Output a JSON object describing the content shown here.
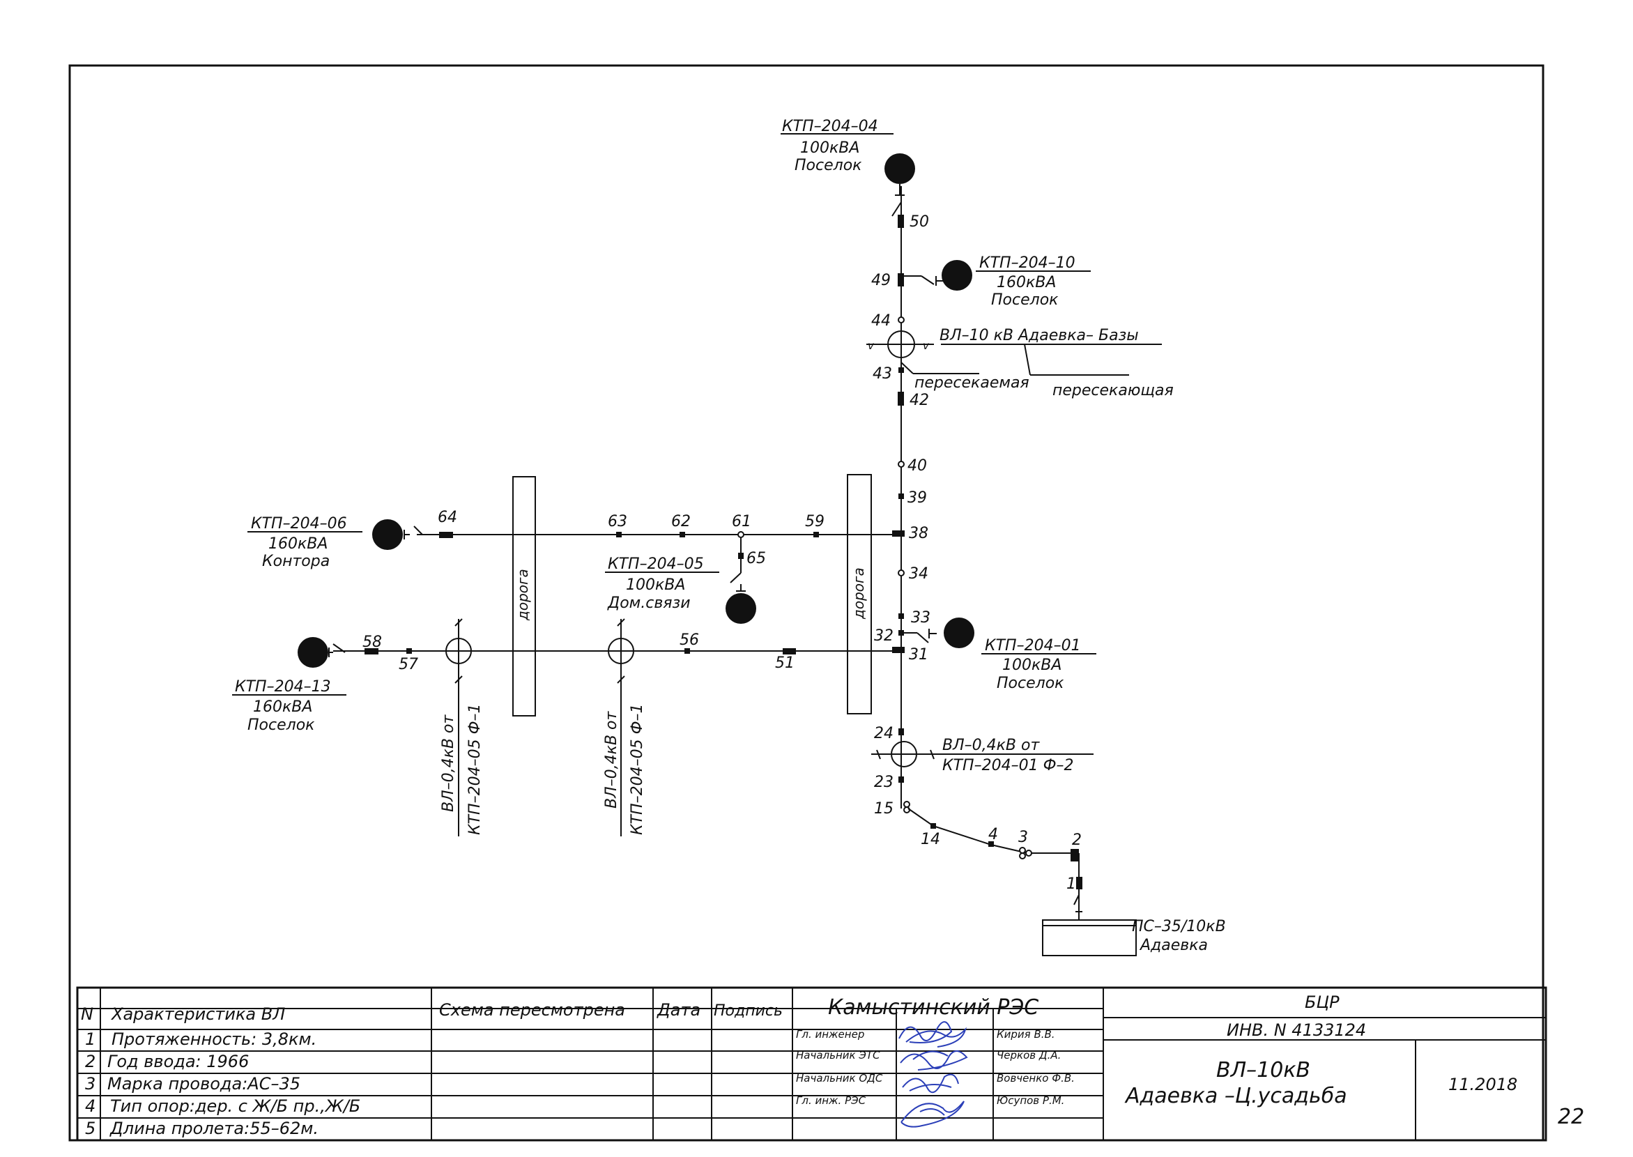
{
  "substations": {
    "ktp_04": {
      "name": "КТП–204–04",
      "power": "100кВА",
      "place": "Поселок"
    },
    "ktp_10": {
      "name": "КТП–204–10",
      "power": "160кВА",
      "place": "Поселок"
    },
    "ktp_06": {
      "name": "КТП–204–06",
      "power": "160кВА",
      "place": "Контора"
    },
    "ktp_05": {
      "name": "КТП–204–05",
      "power": "100кВА",
      "place": "Дом.связи"
    },
    "ktp_01": {
      "name": "КТП–204–01",
      "power": "100кВА",
      "place": "Поселок"
    },
    "ktp_13": {
      "name": "КТП–204–13",
      "power": "160кВА",
      "place": "Поселок"
    }
  },
  "source": {
    "name": "ПС–35/10кВ",
    "place": "Адаевка"
  },
  "crossing_top": {
    "label": "ВЛ–10  кВ  Адаевка– Базы",
    "crossed": "пересекаемая",
    "crossing": "пересекающая"
  },
  "crossing_bottom": {
    "line1": "ВЛ–0,4кВ  от",
    "line2": "КТП–204–01  Ф–2"
  },
  "crossing_left": {
    "line1": "ВЛ–0,4кВ  от",
    "line2": "КТП–204–05  Ф–1"
  },
  "crossing_mid": {
    "line1": "ВЛ–0,4кВ  от",
    "line2": "КТП–204–05  Ф–1"
  },
  "road_label": "дорога",
  "poles": {
    "p50": "50",
    "p49": "49",
    "p44": "44",
    "p43": "43",
    "p42": "42",
    "p40": "40",
    "p39": "39",
    "p38": "38",
    "p34": "34",
    "p33": "33",
    "p32": "32",
    "p31": "31",
    "p24": "24",
    "p23": "23",
    "p15": "15",
    "p14": "14",
    "p4": "4",
    "p3": "3",
    "p2": "2",
    "p1": "1",
    "p64": "64",
    "p63": "63",
    "p62": "62",
    "p61": "61",
    "p59": "59",
    "p65": "65",
    "p58": "58",
    "p57": "57",
    "p56": "56",
    "p51": "51"
  },
  "title_block": {
    "col_n": "N",
    "col_char": "Характеристика ВЛ",
    "col_scheme": "Схема пересмотрена",
    "col_date": "Дата",
    "col_sign": "Подпись",
    "rows": [
      {
        "n": "1",
        "text": "Протяженность: 3,8км."
      },
      {
        "n": "2",
        "text": "Год ввода: 1966"
      },
      {
        "n": "3",
        "text": "Марка провода:АС–35"
      },
      {
        "n": "4",
        "text": "Тип опор:дер. с Ж/Б пр.,Ж/Б"
      },
      {
        "n": "5",
        "text": "Длина пролета:55–62м."
      }
    ],
    "org": "Камыстинский  РЭС",
    "dept": "БЦР",
    "inv": "ИНВ.  N  4133124",
    "staff": [
      {
        "role": "Гл. инженер",
        "name": "Кирия В.В."
      },
      {
        "role": "Начальник ЭТС",
        "name": "Черков Д.А."
      },
      {
        "role": "Начальник ОДС",
        "name": "Вовченко Ф.В."
      },
      {
        "role": "Гл. инж. РЭС",
        "name": "Юсупов Р.М."
      }
    ],
    "title_line1": "ВЛ–10кВ",
    "title_line2": "Адаевка  –Ц.усадьба",
    "date": "11.2018"
  },
  "sheet_number": "22"
}
